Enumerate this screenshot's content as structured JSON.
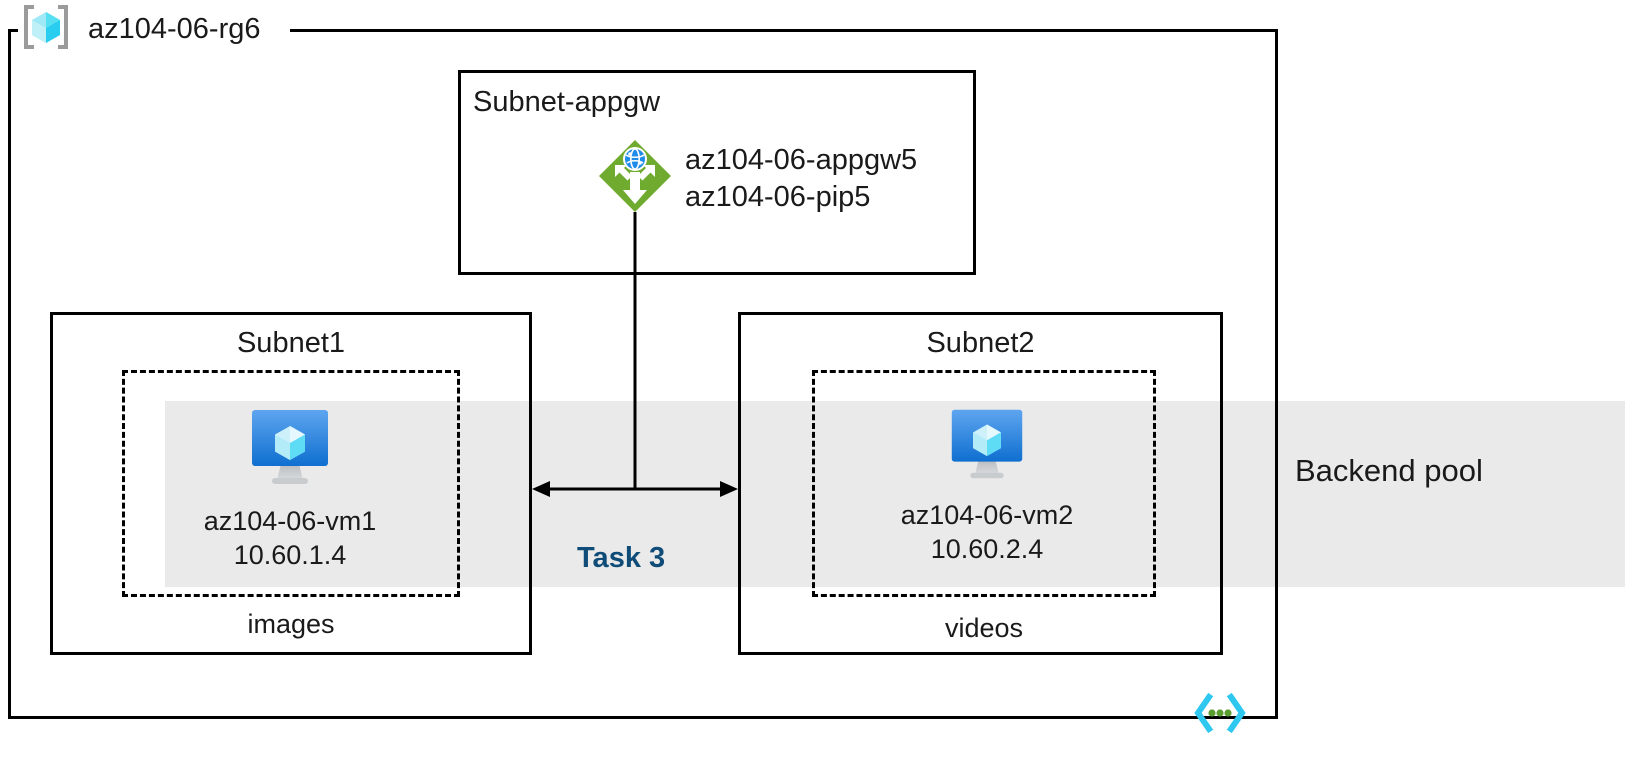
{
  "diagram": {
    "title": "az104-06-rg6",
    "resource_group": {
      "name": "az104-06-rg6",
      "icon": "resource-group-icon"
    },
    "backend_pool": {
      "label": "Backend pool",
      "band_color": "#EAEAEA"
    },
    "task": {
      "label": "Task 3",
      "color": "#0f4c78"
    },
    "subnets": [
      {
        "id": "subnet-appgw",
        "title": "Subnet-appgw",
        "resources": [
          {
            "icon": "application-gateway-icon",
            "names": [
              "az104-06-appgw5",
              "az104-06-pip5"
            ]
          }
        ]
      },
      {
        "id": "subnet1",
        "title": "Subnet1",
        "vm": {
          "icon": "virtual-machine-icon",
          "name": "az104-06-vm1",
          "ip": "10.60.1.4"
        },
        "container": "images"
      },
      {
        "id": "subnet2",
        "title": "Subnet2",
        "vm": {
          "icon": "virtual-machine-icon",
          "name": "az104-06-vm2",
          "ip": "10.60.2.4"
        },
        "container": "videos"
      }
    ],
    "footer_icon": {
      "name": "code-brackets-icon",
      "bracket_color": "#2ec7f0",
      "dot_color": "#5a9e2f"
    },
    "colors": {
      "border": "#000000",
      "appgw_green": "#6fab2f",
      "vm_blue": "#1f8bea",
      "cube_cyan": "#9fe8f5",
      "rg_bracket_gray": "#9b9b9b"
    }
  }
}
